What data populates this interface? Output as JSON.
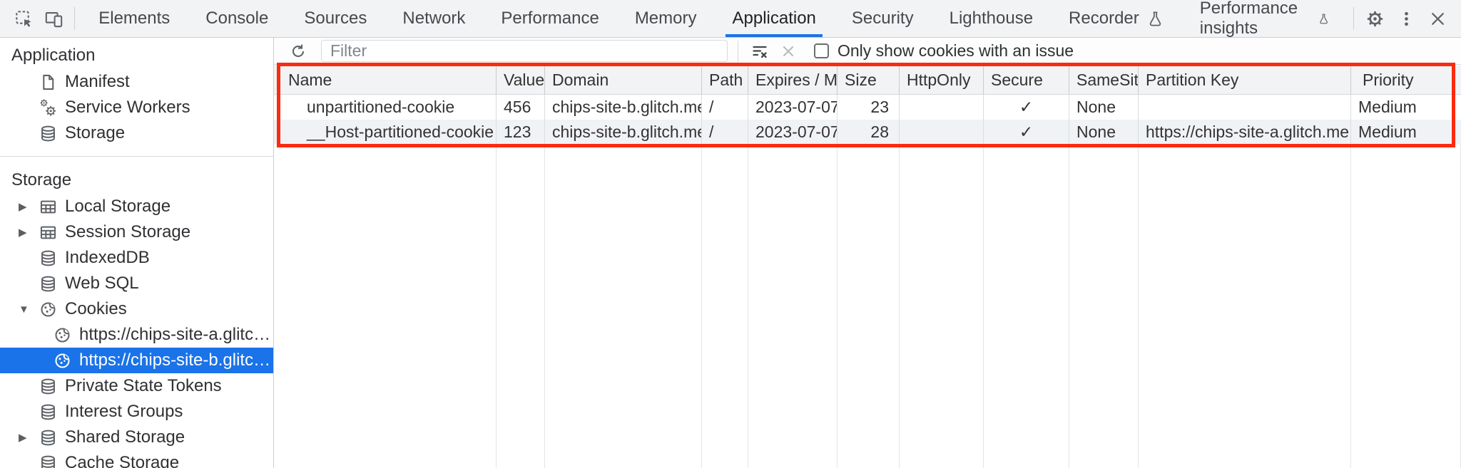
{
  "tabbar": {
    "tabs": [
      {
        "label": "Elements"
      },
      {
        "label": "Console"
      },
      {
        "label": "Sources"
      },
      {
        "label": "Network"
      },
      {
        "label": "Performance"
      },
      {
        "label": "Memory"
      },
      {
        "label": "Application",
        "selected": true
      },
      {
        "label": "Security"
      },
      {
        "label": "Lighthouse"
      },
      {
        "label": "Recorder",
        "experimental": true
      },
      {
        "label": "Performance insights",
        "experimental": true
      }
    ]
  },
  "sidebar": {
    "sections": [
      {
        "title": "Application",
        "items": [
          {
            "label": "Manifest",
            "icon": "document-icon"
          },
          {
            "label": "Service Workers",
            "icon": "service-worker-gears-icon"
          },
          {
            "label": "Storage",
            "icon": "database-icon"
          }
        ]
      },
      {
        "title": "Storage",
        "items": [
          {
            "label": "Local Storage",
            "icon": "table-icon",
            "expandable": true
          },
          {
            "label": "Session Storage",
            "icon": "table-icon",
            "expandable": true
          },
          {
            "label": "IndexedDB",
            "icon": "database-icon"
          },
          {
            "label": "Web SQL",
            "icon": "database-icon"
          },
          {
            "label": "Cookies",
            "icon": "cookie-icon",
            "expanded": true
          },
          {
            "label": "https://chips-site-a.glitch.me",
            "icon": "cookie-icon",
            "child": true
          },
          {
            "label": "https://chips-site-b.glitch.me",
            "icon": "cookie-icon",
            "child": true,
            "selected": true
          },
          {
            "label": "Private State Tokens",
            "icon": "database-icon"
          },
          {
            "label": "Interest Groups",
            "icon": "database-icon"
          },
          {
            "label": "Shared Storage",
            "icon": "database-icon",
            "expandable": true
          },
          {
            "label": "Cache Storage",
            "icon": "database-icon"
          }
        ]
      }
    ]
  },
  "toolbar": {
    "filter_placeholder": "Filter",
    "filter_value": "",
    "issue_filter_label": "Only show cookies with an issue"
  },
  "table": {
    "columns": [
      "Name",
      "Value",
      "Domain",
      "Path",
      "Expires / M…",
      "Size",
      "HttpOnly",
      "Secure",
      "SameSite",
      "Partition Key",
      "Priority"
    ],
    "rows": [
      {
        "cells": [
          "unpartitioned-cookie",
          "456",
          "chips-site-b.glitch.me",
          "/",
          "2023-07-07…",
          "23",
          "",
          "✓",
          "None",
          "",
          "Medium"
        ]
      },
      {
        "cells": [
          "__Host-partitioned-cookie",
          "123",
          "chips-site-b.glitch.me",
          "/",
          "2023-07-07…",
          "28",
          "",
          "✓",
          "None",
          "https://chips-site-a.glitch.me",
          "Medium"
        ]
      }
    ]
  },
  "icons": {
    "collapsed_arrow": "▶",
    "expanded_arrow": "▼"
  },
  "colors": {
    "accent_blue": "#1a73e8",
    "selection_bg": "#1a73e8",
    "annotation_red": "#fb2b10"
  }
}
